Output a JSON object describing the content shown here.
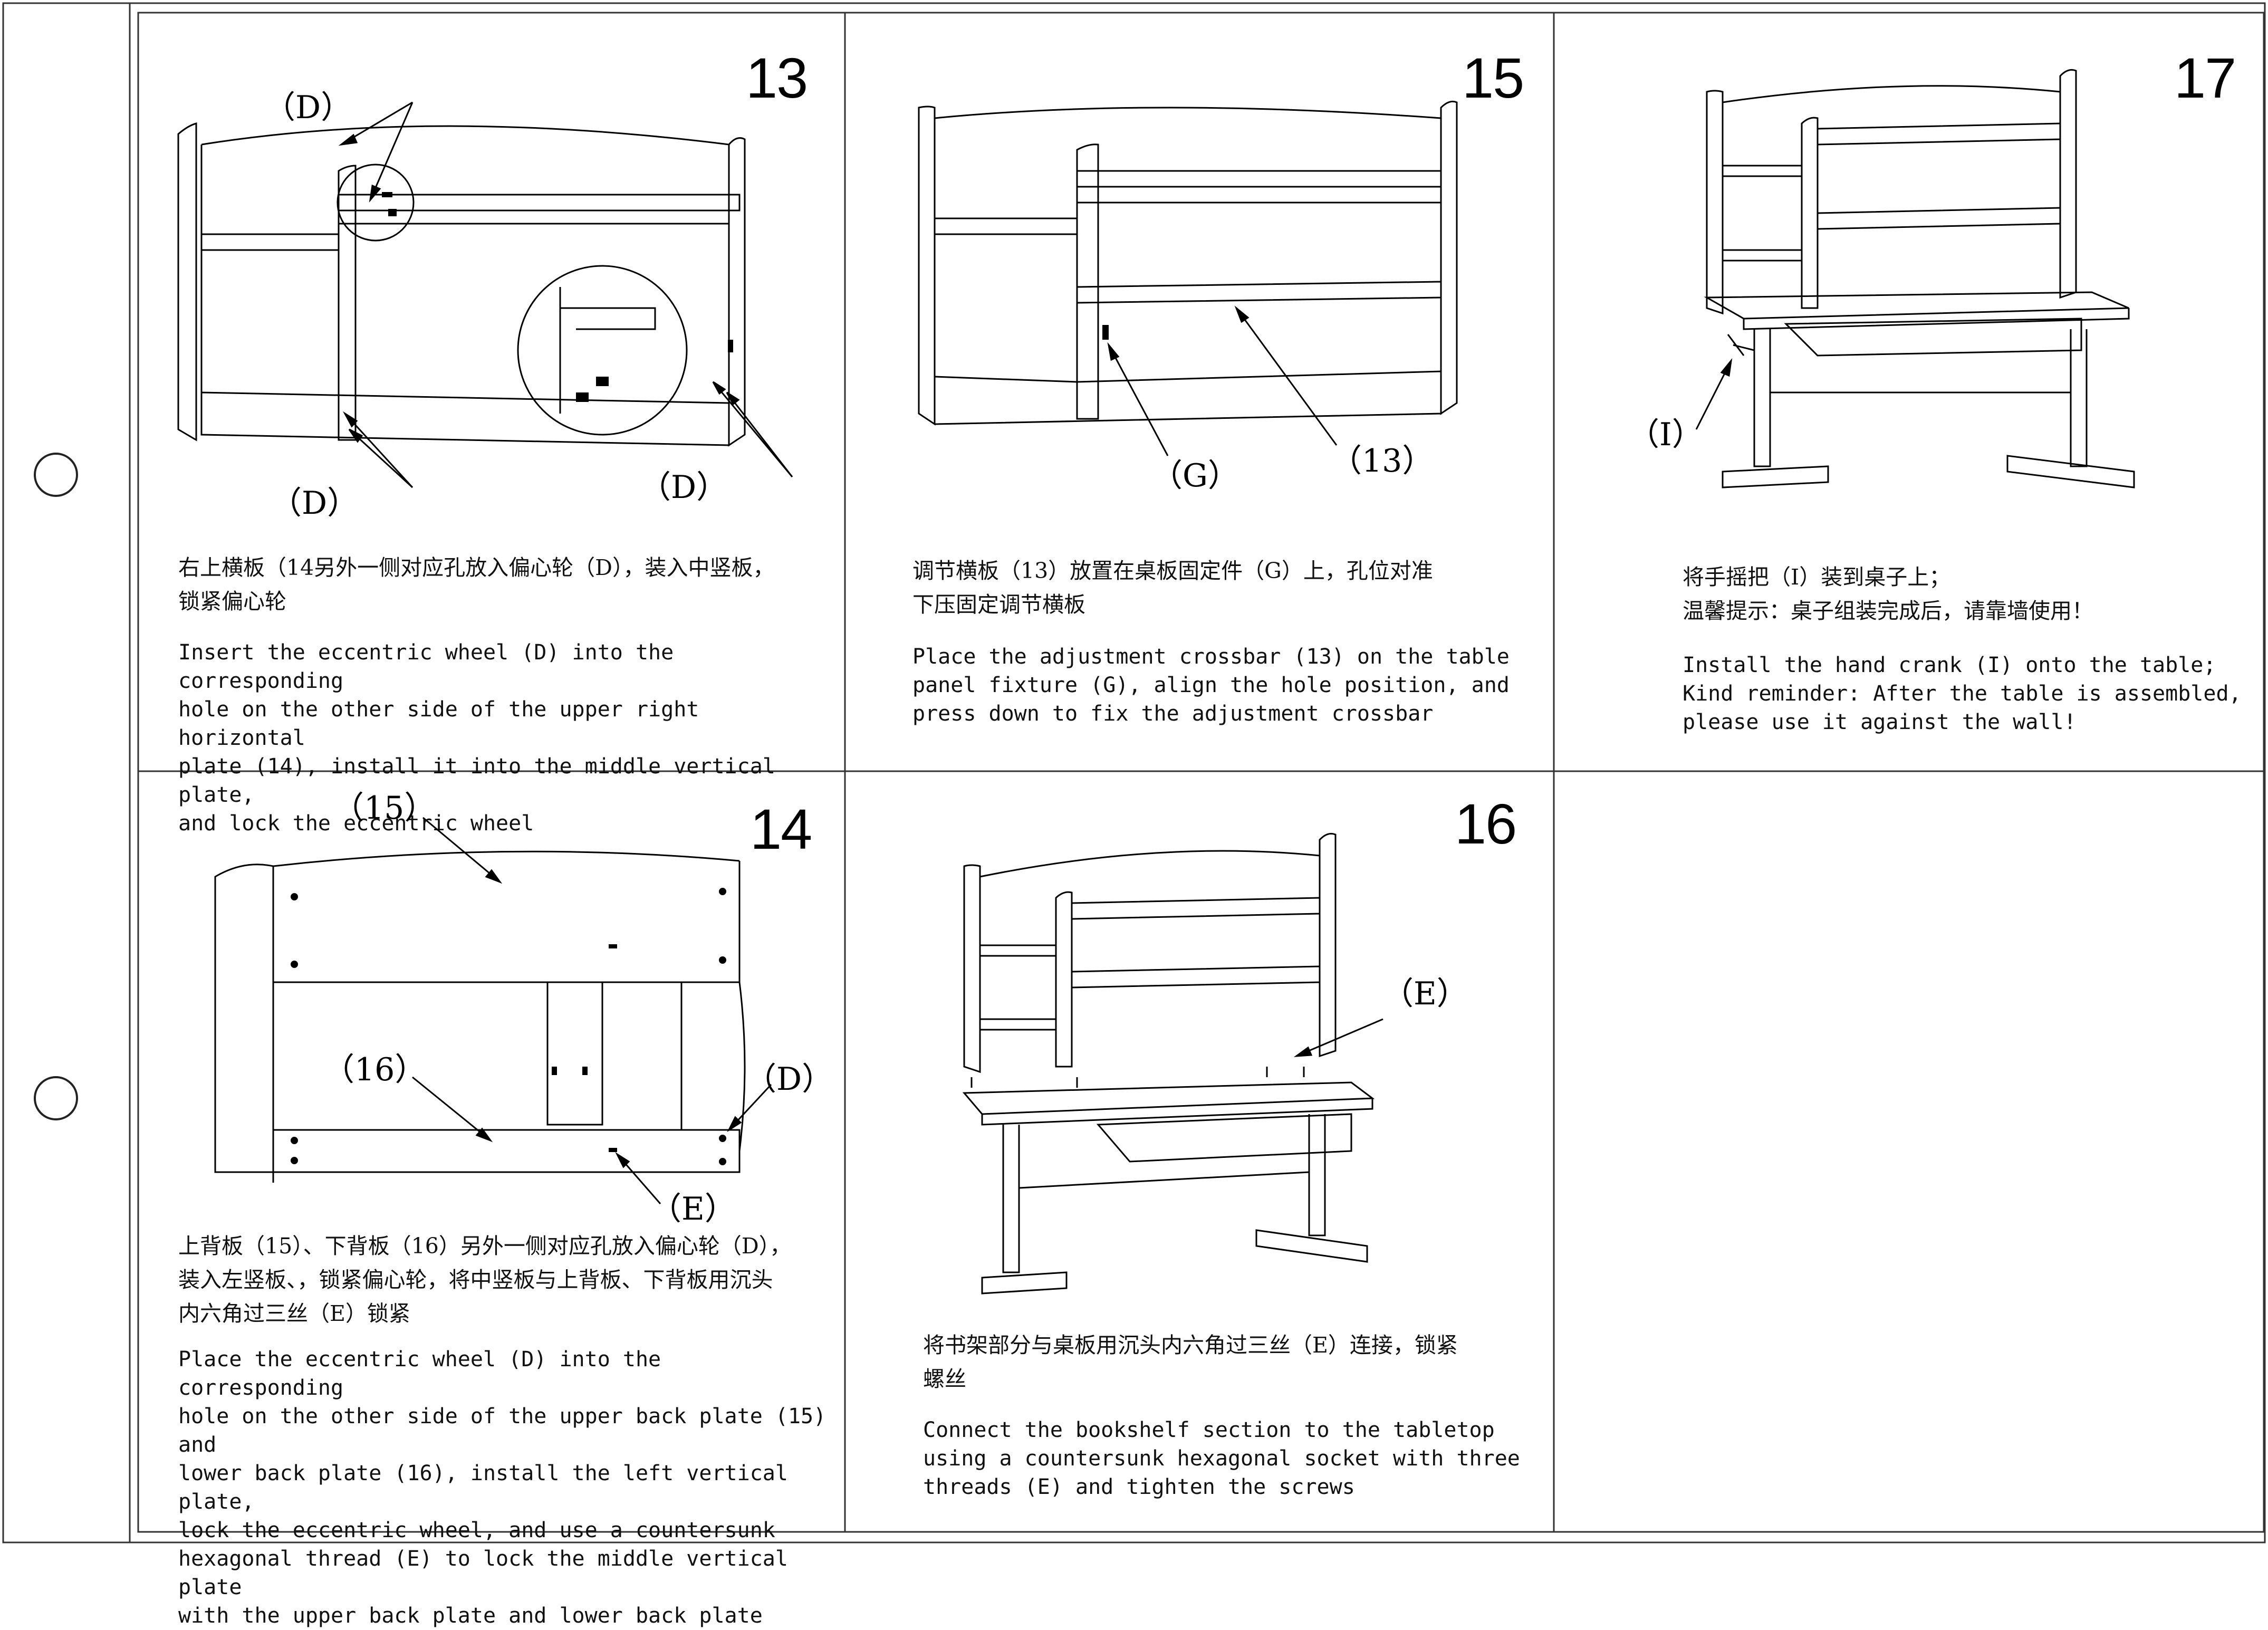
{
  "steps": [
    {
      "number": "13",
      "zh": "右上横板（14另外一侧对应孔放入偏心轮（D），装入中竖板，\n锁紧偏心轮",
      "en": "Insert the eccentric wheel (D) into the corresponding\nhole on the other side of the upper right horizontal\nplate (14), install it into the middle vertical plate,\nand lock the eccentric wheel",
      "callouts": [
        "（D）",
        "（D）",
        "（D）"
      ]
    },
    {
      "number": "15",
      "zh": "调节横板（13）放置在桌板固定件（G）上，孔位对准\n下压固定调节横板",
      "en": "Place the adjustment crossbar (13) on the table\npanel fixture (G), align the hole position, and\npress down to fix the adjustment crossbar",
      "callouts": [
        "（G）",
        "（13）"
      ]
    },
    {
      "number": "17",
      "zh": "将手摇把（I）装到桌子上；\n温馨提示：桌子组装完成后，请靠墙使用！",
      "en": "Install the hand crank (I) onto the table;\nKind reminder: After the table is assembled,\nplease use it against the wall!",
      "callouts": [
        "（I）"
      ]
    },
    {
      "number": "14",
      "zh": "上背板（15）、下背板（16）另外一侧对应孔放入偏心轮（D），\n装入左竖板、，锁紧偏心轮，将中竖板与上背板、下背板用沉头\n内六角过三丝（E）锁紧",
      "en": "Place the eccentric wheel (D) into the corresponding\nhole on the other side of the upper back plate (15) and\nlower back plate (16), install the left vertical plate,\nlock the eccentric wheel, and use a countersunk\nhexagonal thread (E) to lock the middle vertical plate\nwith the upper back plate and lower back plate",
      "callouts": [
        "（15）",
        "（16）",
        "（D）",
        "（E）"
      ]
    },
    {
      "number": "16",
      "zh": "将书架部分与桌板用沉头内六角过三丝（E）连接，锁紧\n螺丝",
      "en": "Connect the bookshelf section to the tabletop\nusing a countersunk hexagonal socket with three\nthreads (E) and tighten the screws",
      "callouts": [
        "（E）"
      ]
    }
  ]
}
